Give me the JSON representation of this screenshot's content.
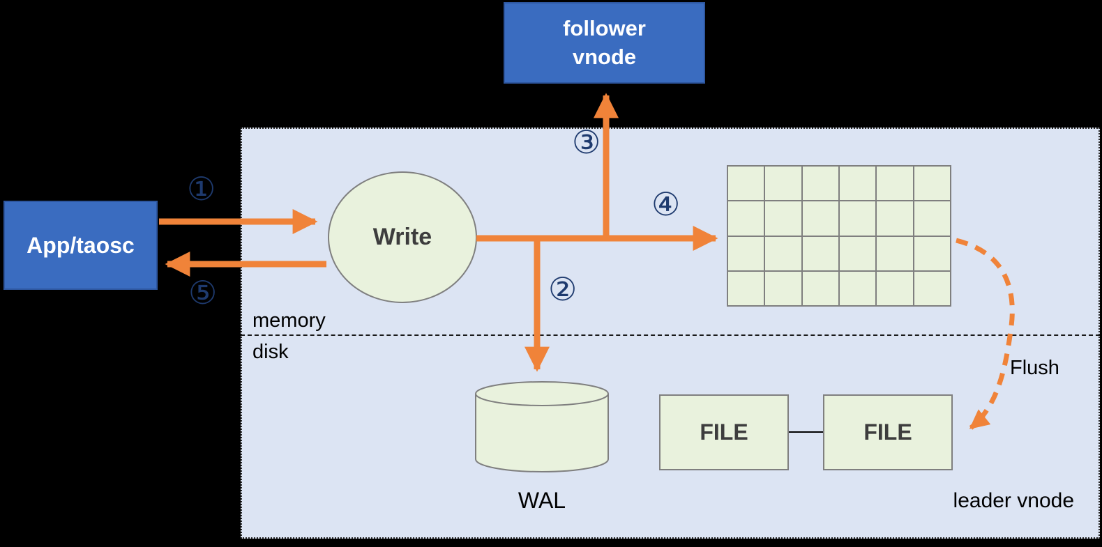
{
  "diagram": {
    "follower_vnode": "follower\nvnode",
    "app_taosc": "App/taosc",
    "write": "Write",
    "memory": "memory",
    "disk": "disk",
    "wal": "WAL",
    "file_left": "FILE",
    "file_right": "FILE",
    "leader_vnode": "leader vnode",
    "flush": "Flush",
    "steps": {
      "step1": "①",
      "step2": "②",
      "step3": "③",
      "step4": "④",
      "step5": "⑤"
    }
  },
  "grid": {
    "rows": 4,
    "cols": 6
  },
  "colors": {
    "background": "#000000",
    "panel_fill": "#dce4f3",
    "node_blue": "#3a6cc0",
    "node_green": "#e9f2dd",
    "node_border_gray": "#7f7f7f",
    "arrow_orange": "#f08339",
    "step_number_navy": "#1e3a6e"
  }
}
